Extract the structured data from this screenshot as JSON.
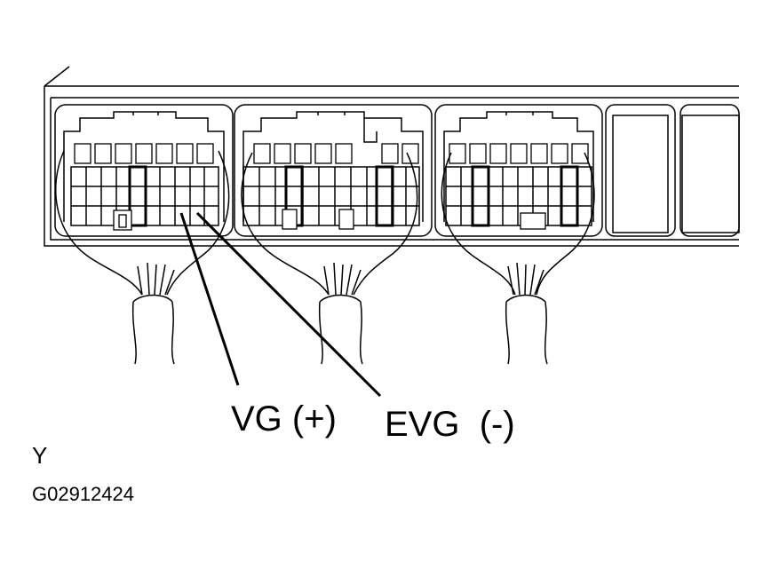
{
  "labels": {
    "vg": "VG (+)",
    "evg": "EVG  (-)",
    "connector_letter": "Y",
    "figure_code": "G02912424"
  },
  "colors": {
    "line": "#000000",
    "background": "#ffffff"
  }
}
